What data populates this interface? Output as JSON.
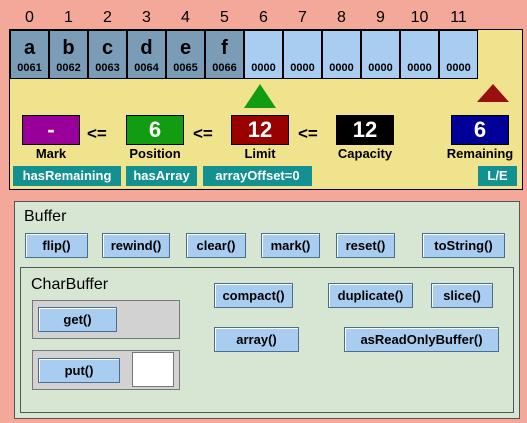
{
  "indices": [
    "0",
    "1",
    "2",
    "3",
    "4",
    "5",
    "6",
    "7",
    "8",
    "9",
    "10",
    "11"
  ],
  "cells": [
    {
      "char": "a",
      "code": "0061"
    },
    {
      "char": "b",
      "code": "0062"
    },
    {
      "char": "c",
      "code": "0063"
    },
    {
      "char": "d",
      "code": "0064"
    },
    {
      "char": "e",
      "code": "0065"
    },
    {
      "char": "f",
      "code": "0066"
    },
    {
      "char": "",
      "code": "0000"
    },
    {
      "char": "",
      "code": "0000"
    },
    {
      "char": "",
      "code": "0000"
    },
    {
      "char": "",
      "code": "0000"
    },
    {
      "char": "",
      "code": "0000"
    },
    {
      "char": "",
      "code": "0000"
    }
  ],
  "state": {
    "mark": {
      "label": "Mark",
      "value": "-",
      "color": "#990099"
    },
    "position": {
      "label": "Position",
      "value": "6",
      "color": "#119c11"
    },
    "limit": {
      "label": "Limit",
      "value": "12",
      "color": "#990000"
    },
    "capacity": {
      "label": "Capacity",
      "value": "12",
      "color": "#000000"
    },
    "remaining": {
      "label": "Remaining",
      "value": "6",
      "color": "#000099"
    },
    "le_symbol": "<="
  },
  "flags": {
    "has_remaining": "hasRemaining",
    "has_array": "hasArray",
    "array_offset": "arrayOffset=0",
    "byte_order": "L/E"
  },
  "buffer": {
    "title": "Buffer",
    "buttons": {
      "flip": "flip()",
      "rewind": "rewind()",
      "clear": "clear()",
      "mark": "mark()",
      "reset": "reset()",
      "to_string": "toString()"
    }
  },
  "char_buffer": {
    "title": "CharBuffer",
    "buttons": {
      "get": "get()",
      "put": "put()",
      "compact": "compact()",
      "duplicate": "duplicate()",
      "slice": "slice()",
      "array": "array()",
      "as_read_only": "asReadOnlyBuffer()"
    },
    "put_value": ""
  }
}
